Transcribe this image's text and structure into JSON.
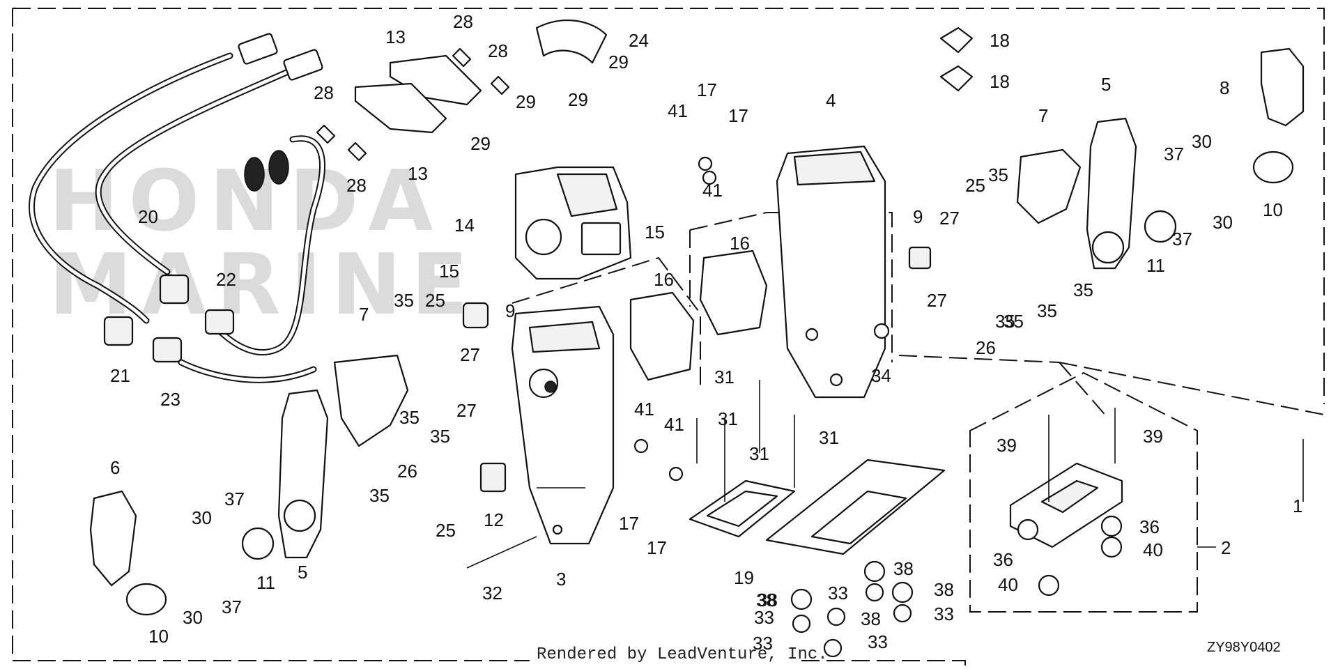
{
  "diagram": {
    "watermark": [
      "HONDA",
      "MARINE"
    ],
    "footer_text": "Rendered by LeadVenture, Inc.",
    "drawing_code": "ZY98Y0402",
    "callouts": [
      "1",
      "2",
      "3",
      "4",
      "5",
      "5",
      "6",
      "7",
      "7",
      "8",
      "9",
      "9",
      "10",
      "10",
      "11",
      "11",
      "12",
      "13",
      "13",
      "14",
      "15",
      "15",
      "16",
      "16",
      "17",
      "17",
      "17",
      "17",
      "18",
      "18",
      "19",
      "20",
      "21",
      "22",
      "23",
      "24",
      "25",
      "25",
      "25",
      "26",
      "26",
      "27",
      "27",
      "27",
      "27",
      "28",
      "28",
      "28",
      "28",
      "29",
      "29",
      "29",
      "29",
      "30",
      "30",
      "30",
      "30",
      "31",
      "31",
      "31",
      "31",
      "32",
      "33",
      "33",
      "33",
      "33",
      "33",
      "34",
      "35",
      "35",
      "35",
      "35",
      "35",
      "35",
      "35",
      "35",
      "35",
      "36",
      "36",
      "37",
      "37",
      "37",
      "37",
      "38",
      "38",
      "38",
      "38",
      "38",
      "39",
      "39",
      "40",
      "40",
      "41",
      "41",
      "41",
      "41"
    ]
  }
}
